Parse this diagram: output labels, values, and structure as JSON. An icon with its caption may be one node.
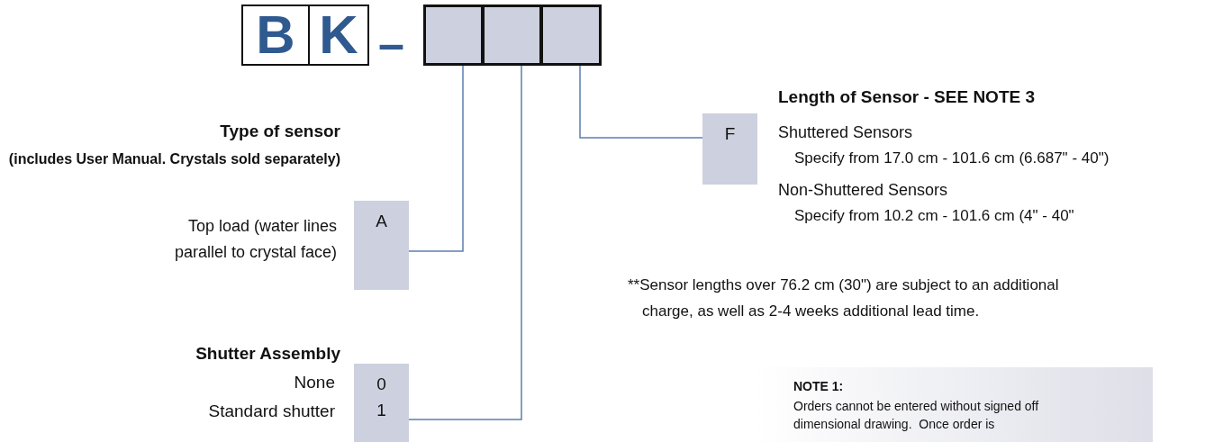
{
  "diagram": {
    "nodes": [
      {
        "text": [
          "B"
        ]
      },
      {
        "text": [
          "K"
        ]
      },
      {
        "text": [],
        "shape": "box"
      },
      {
        "text": [],
        "shape": "box"
      },
      {
        "text": [],
        "shape": "box"
      },
      {
        "text": [
          "A"
        ],
        "beside": [
          "Top load (water lines parallel to crystal face)"
        ]
      },
      {
        "text": [
          "0",
          "1"
        ],
        "beside": [
          "None",
          "Standard shutter"
        ]
      },
      {
        "text": [
          "F"
        ]
      },
      {
        "text": [
          "NOTE 1:",
          "Orders cannot be entered without signed off dimensional drawing.  Once order is"
        ]
      }
    ],
    "edges": [
      {
        "from": 2,
        "to": 5,
        "arrow": "none"
      },
      {
        "from": 3,
        "to": 6,
        "arrow": "none"
      },
      {
        "from": 4,
        "to": 7,
        "arrow": "none"
      }
    ],
    "labels": [
      "–",
      "Type of sensor",
      "(includes User Manual. Crystals sold separately)",
      "Shutter Assembly",
      "Length of Sensor - SEE NOTE 3",
      "Shuttered Sensors",
      "Specify from 17.0 cm - 101.6 cm (6.687\" - 40\")",
      "Non-Shuttered Sensors",
      "Specify from 10.2 cm - 101.6 cm (4\" - 40\"",
      "**Sensor lengths over 76.2 cm (30\") are subject to an additional charge, as well as 2-4 weeks additional lead time."
    ]
  }
}
